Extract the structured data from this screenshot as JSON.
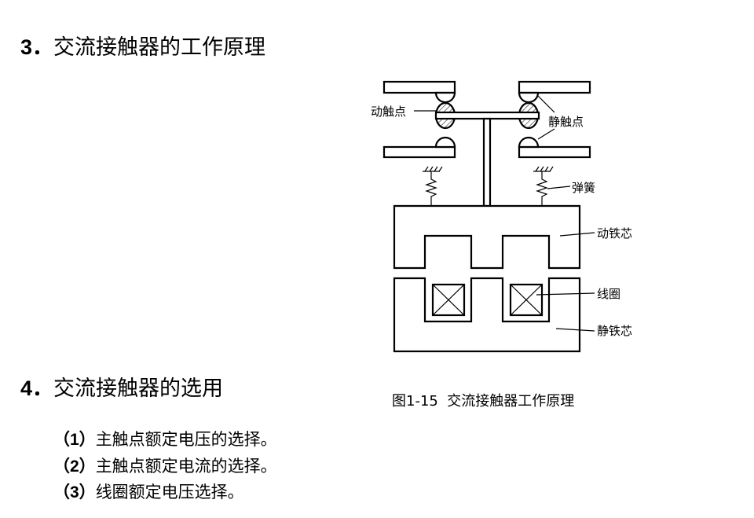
{
  "section3": {
    "number": "3．",
    "title": "交流接触器的工作原理"
  },
  "section4": {
    "number": "4．",
    "title": "交流接触器的选用"
  },
  "items": [
    {
      "number": "（1）",
      "text": "主触点额定电压的选择。"
    },
    {
      "number": "（2）",
      "text": "主触点额定电流的选择。"
    },
    {
      "number": "（3）",
      "text": "线圈额定电压选择。"
    }
  ],
  "diagram": {
    "labels": {
      "moving_contact": "动触点",
      "static_contact": "静触点",
      "spring": "弹簧",
      "moving_core": "动铁芯",
      "coil": "线圈",
      "static_core": "静铁芯"
    },
    "caption": "图1-15  交流接触器工作原理"
  }
}
